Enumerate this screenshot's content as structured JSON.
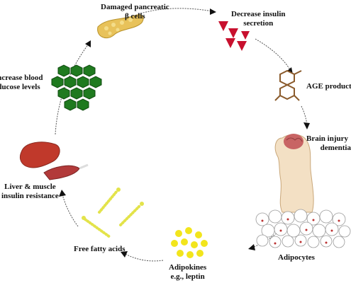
{
  "nodes": {
    "damaged_cells": {
      "line1": "Damaged pancreatic",
      "line2": "β cells"
    },
    "decrease_insulin": {
      "line1": "Decrease insulin",
      "line2": "secretion"
    },
    "age_product": {
      "label": "AGE product"
    },
    "brain_injury": {
      "line1": "Brain injury",
      "line2": "dementia"
    },
    "adipocytes": {
      "label": "Adipocytes"
    },
    "adipokines": {
      "line1": "Adipokines",
      "line2": "e.g., leptin"
    },
    "free_fatty_acids": {
      "label": "Free fatty acids"
    },
    "liver_muscle": {
      "line1": "Liver & muscle",
      "line2": "insulin resistance"
    },
    "blood_glucose": {
      "line1": "Increase blood",
      "line2": "glucose levels"
    }
  },
  "colors": {
    "cycle_line": "#555555",
    "arrowhead": "#111111",
    "pancreas": "#e8c25a",
    "insulin_triangles": "#c8102e",
    "glucose_hexagons": "#1f7a1f",
    "age_molecule": "#8a5a2b",
    "brain": "#c86464",
    "body_skin": "#f3e0c4",
    "adipokine_dots": "#f2e51c",
    "fatty_acid_chain": "#e3e34a",
    "liver": "#c0392b",
    "muscle": "#b23a3a"
  },
  "icons": [
    "pancreas-icon",
    "insulin-triangles-icon",
    "age-molecule-icon",
    "brain-body-icon",
    "adipocytes-icon",
    "adipokines-icon",
    "fatty-acids-icon",
    "liver-muscle-icon",
    "glucose-hexagons-icon"
  ]
}
